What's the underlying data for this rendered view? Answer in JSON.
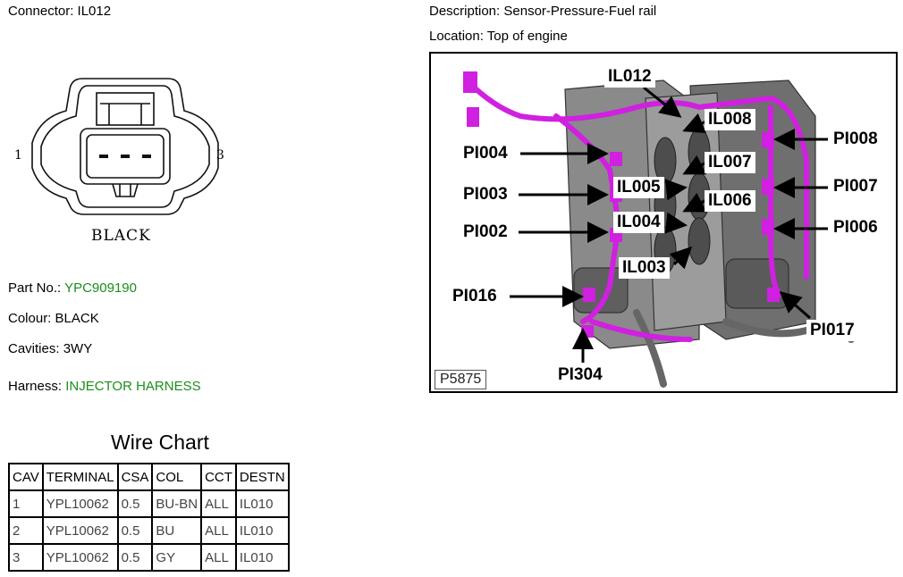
{
  "connector": {
    "label": "Connector:",
    "id": "IL012"
  },
  "description": {
    "label": "Description:",
    "value": "Sensor-Pressure-Fuel rail"
  },
  "location": {
    "label": "Location:",
    "value": "Top of engine"
  },
  "connector_drawing": {
    "pin_left": "1",
    "pin_right": "3",
    "colour_caption": "BLACK"
  },
  "part_no": {
    "label": "Part No.:",
    "value": "YPC909190"
  },
  "colour": {
    "label": "Colour:",
    "value": "BLACK"
  },
  "cavities": {
    "label": "Cavities:",
    "value": "3WY"
  },
  "harness": {
    "label": "Harness:",
    "value": "INJECTOR HARNESS"
  },
  "wire_chart": {
    "title": "Wire Chart",
    "headers": [
      "CAV",
      "TERMINAL",
      "CSA",
      "COL",
      "CCT",
      "DESTN"
    ],
    "rows": [
      [
        "1",
        "YPL10062",
        "0.5",
        "BU-BN",
        "ALL",
        "IL010"
      ],
      [
        "2",
        "YPL10062",
        "0.5",
        "BU",
        "ALL",
        "IL010"
      ],
      [
        "3",
        "YPL10062",
        "0.5",
        "GY",
        "ALL",
        "IL010"
      ]
    ]
  },
  "engine_image": {
    "code": "P5875",
    "callouts": [
      "IL012",
      "IL008",
      "PI004",
      "IL007",
      "PI008",
      "PI003",
      "IL005",
      "PI007",
      "IL006",
      "PI002",
      "IL004",
      "PI006",
      "IL003",
      "PI016",
      "PI017",
      "PI304"
    ],
    "harness_color": "#d020e0"
  }
}
